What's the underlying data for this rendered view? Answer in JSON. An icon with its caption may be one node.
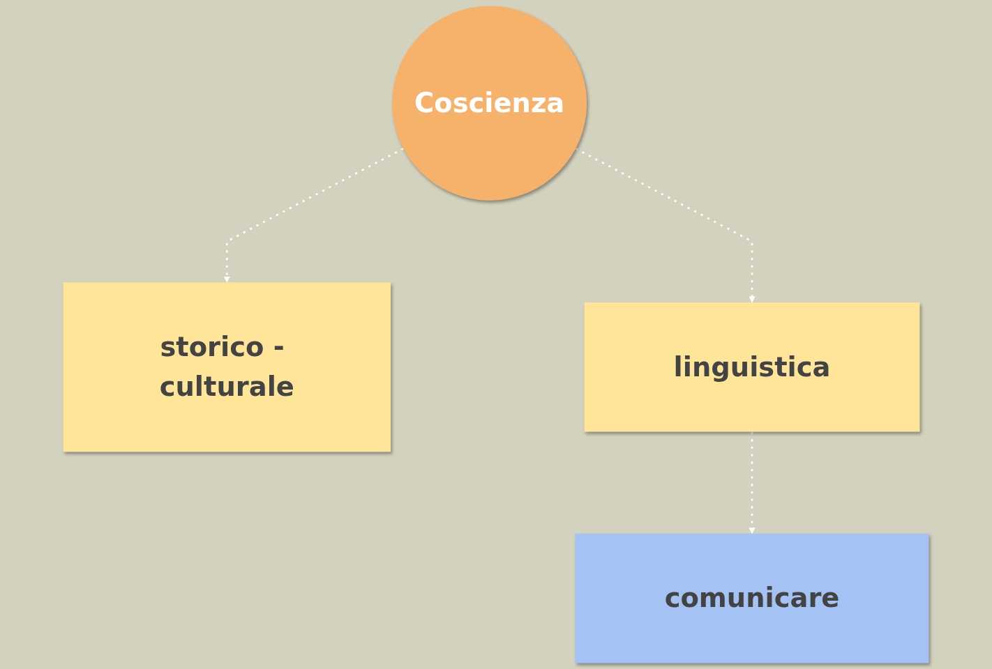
{
  "diagram": {
    "nodes": [
      {
        "text": [
          "Coscienza"
        ]
      },
      {
        "text": [
          "storico - culturale"
        ]
      },
      {
        "text": [
          "linguistica"
        ]
      },
      {
        "text": [
          "comunicare"
        ]
      }
    ],
    "edges": [
      {
        "from": 0,
        "to": 1,
        "arrow": "to",
        "style": "dashed",
        "color": "#ffffff"
      },
      {
        "from": 0,
        "to": 2,
        "arrow": "to",
        "style": "dashed",
        "color": "#ffffff"
      },
      {
        "from": 2,
        "to": 3,
        "arrow": "to",
        "style": "dashed",
        "color": "#ffffff"
      }
    ]
  }
}
